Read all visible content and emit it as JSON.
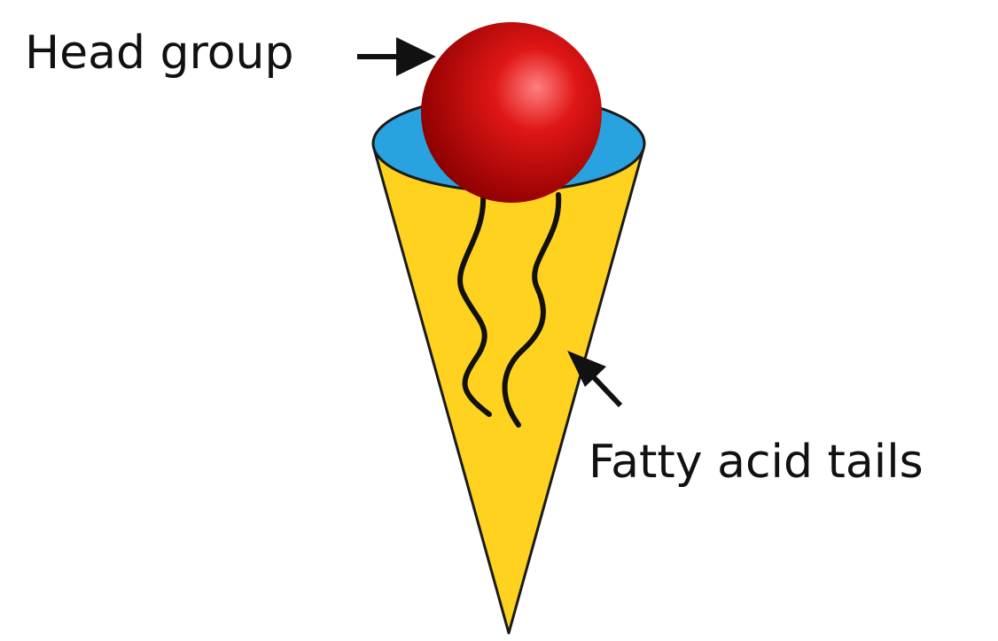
{
  "labels": {
    "head_group": "Head group",
    "fatty_acid_tails": "Fatty acid tails"
  },
  "colors": {
    "cone_fill": "#FFD21F",
    "cone_stroke": "#1a1a1a",
    "rim_fill": "#29A3E0",
    "head_light": "#FF6A6A",
    "head_mid": "#E01616",
    "head_dark": "#8E0000",
    "tail_stroke": "#111111",
    "arrow": "#111111"
  },
  "icons": {
    "head": "red-sphere",
    "tails": "wavy-lines",
    "pointer": "arrow"
  }
}
